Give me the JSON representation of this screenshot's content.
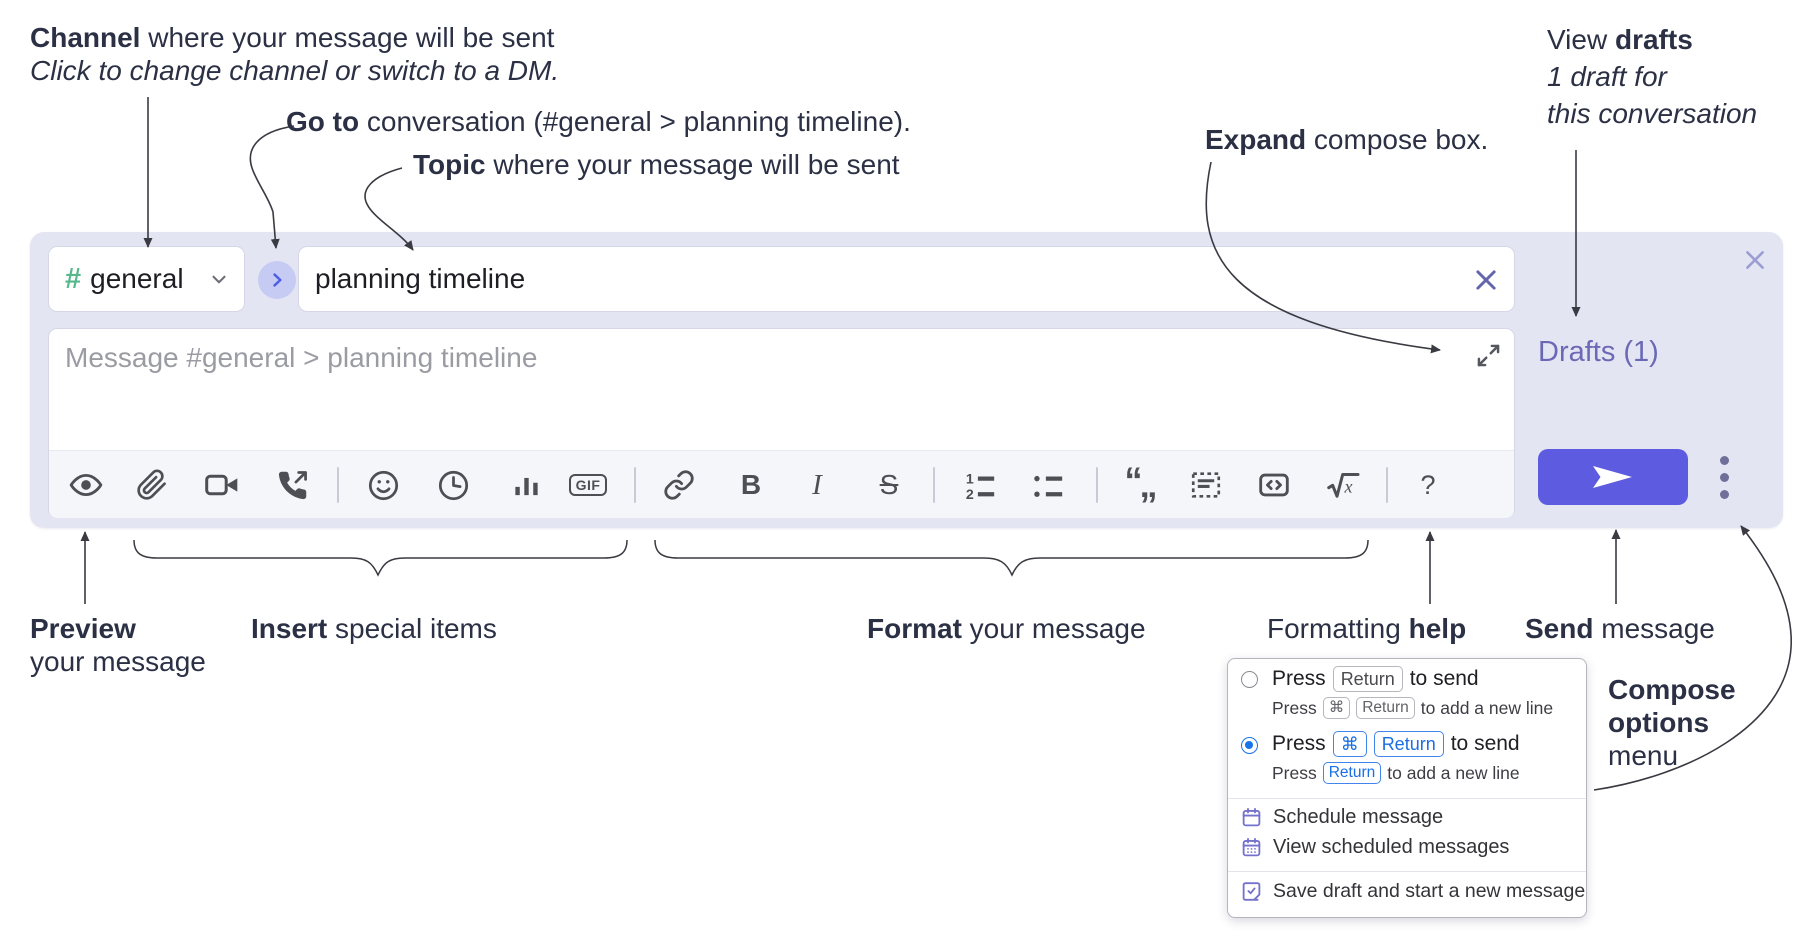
{
  "annotations": {
    "channel": {
      "bold": "Channel",
      "rest": " where your message will be sent",
      "sub": "Click to change channel or switch to a DM."
    },
    "go_to": {
      "bold": "Go to",
      "rest": " conversation (#general > planning timeline)."
    },
    "topic": {
      "bold": "Topic",
      "rest": " where your message will be sent"
    },
    "expand": {
      "bold": "Expand",
      "rest": " compose box."
    },
    "view_drafts": {
      "pre": "View ",
      "bold": "drafts",
      "line2": "1 draft for",
      "line3": "this conversation"
    },
    "preview": {
      "bold": "Preview",
      "line2": "your message"
    },
    "insert": {
      "bold": "Insert",
      "rest": " special items"
    },
    "format": {
      "bold": "Format",
      "rest": " your message"
    },
    "formatting_help": {
      "pre": "Formatting ",
      "bold": "help"
    },
    "send": {
      "bold": "Send",
      "rest": " message"
    },
    "compose_options": {
      "line1": "Compose",
      "line2": "options",
      "line3": "menu"
    }
  },
  "compose_box": {
    "channel_selector": {
      "hash": "#",
      "name": "general"
    },
    "topic": {
      "value": "planning timeline"
    },
    "message": {
      "placeholder": "Message #general > planning timeline"
    },
    "drafts_link": {
      "label": "Drafts (1)"
    },
    "toolbar": {
      "icon_names": [
        "preview-eye",
        "attach-paperclip",
        "video-call",
        "audio-call",
        "emoji",
        "global-time-clock",
        "poll-chart",
        "gif",
        "link",
        "bold",
        "italic",
        "strikethrough",
        "numbered-list",
        "bulleted-list",
        "quote",
        "spoiler",
        "code",
        "math",
        "formatting-help"
      ],
      "labels": {
        "gif": "GIF",
        "bold": "B",
        "italic": "I",
        "strike": "S",
        "ol1": "1",
        "ol2": "2",
        "quote_open": "“",
        "quote_close": "„",
        "math_x": "x",
        "help": "?"
      }
    }
  },
  "send_options_menu": {
    "option_return": {
      "press": "Press",
      "key": "Return",
      "suffix": "to send",
      "sub_press": "Press",
      "sub_key1": "⌘",
      "sub_key2": "Return",
      "sub_suffix": "to add a new line"
    },
    "option_cmd_return": {
      "press": "Press",
      "key1": "⌘",
      "key2": "Return",
      "suffix": "to send",
      "sub_press": "Press",
      "sub_key": "Return",
      "sub_suffix": "to add a new line"
    },
    "items": [
      {
        "icon": "calendar-icon",
        "label": "Schedule message"
      },
      {
        "icon": "calendar-grid-icon",
        "label": "View scheduled messages"
      },
      {
        "icon": "save-draft-icon",
        "label": "Save draft and start a new message"
      }
    ]
  },
  "colors": {
    "panel_bg": "#e4e5f2",
    "accent_send": "#5d5ce1",
    "drafts_link": "#6b69b5",
    "channel_hash_green": "#56b88c",
    "key_blue": "#1b6fe4",
    "menu_icon_purple": "#7472cc",
    "annotation_text": "#2b3044",
    "toolbar_icon": "#4e4f55"
  }
}
